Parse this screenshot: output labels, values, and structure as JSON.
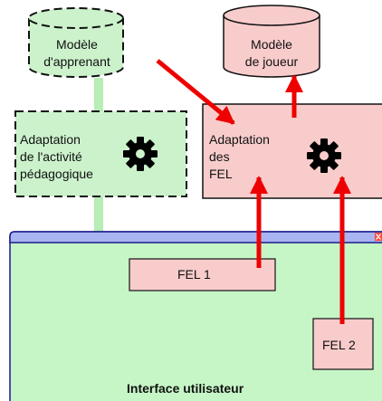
{
  "nodes": {
    "learner_model": {
      "line1": "Modèle",
      "line2": "d'apprenant"
    },
    "player_model": {
      "line1": "Modèle",
      "line2": "de joueur"
    },
    "pedagogical_adaptation": {
      "line1": "Adaptation",
      "line2": "de l'activité",
      "line3": "pédagogique"
    },
    "fel_adaptation": {
      "line1": "Adaptation",
      "line2": "des",
      "line3": "FEL"
    },
    "fel1": {
      "label": "FEL 1"
    },
    "fel2": {
      "label": "FEL 2"
    },
    "ui": {
      "label": "Interface utilisateur"
    }
  },
  "colors": {
    "green_fill": "#ccf2cc",
    "pink_fill": "#f9cccc",
    "ui_fill": "#c6f5c6",
    "ui_title_bar": "#a9b5f2",
    "arrow": "#ee0000",
    "connector": "#b6eeb6"
  },
  "icons": [
    "gear-icon",
    "gear-icon",
    "close-icon"
  ]
}
